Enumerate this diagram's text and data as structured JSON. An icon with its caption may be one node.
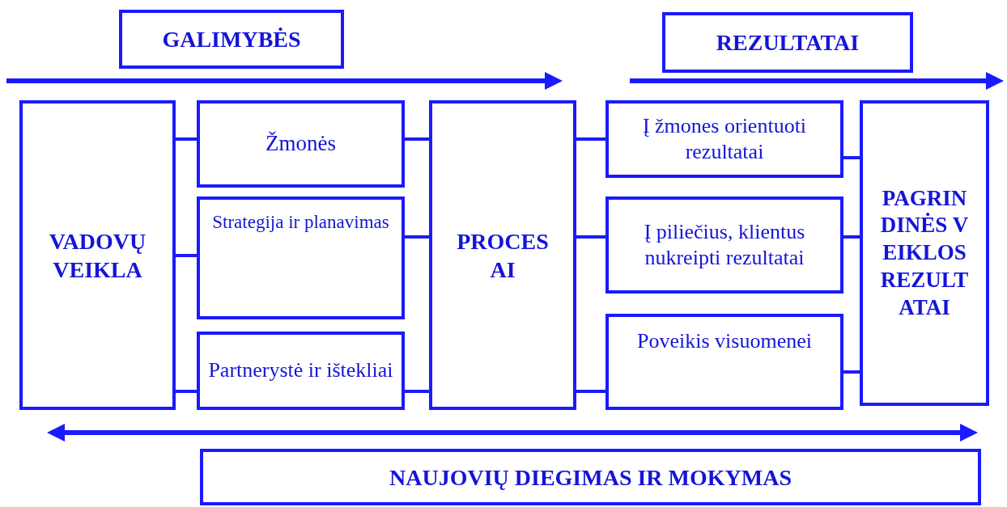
{
  "diagram": {
    "nodes": [
      {
        "text": [
          "GALIMYBĖS"
        ]
      },
      {
        "text": [
          "REZULTATAI"
        ]
      },
      {
        "text": [
          "VADOVŲ VEIKLA"
        ]
      },
      {
        "text": [
          "Žmonės"
        ]
      },
      {
        "text": [
          "Strategija ir planavimas"
        ]
      },
      {
        "text": [
          "Partnerystė ir ištekliai"
        ]
      },
      {
        "text": [
          "PROCESAI"
        ]
      },
      {
        "text": [
          "Į žmones orientuoti rezultatai"
        ]
      },
      {
        "text": [
          "Į piliečius, klientus nukreipti rezultatai"
        ]
      },
      {
        "text": [
          "Poveikis visuomenei"
        ]
      },
      {
        "text": [
          "PAGRINDINĖS VEIKLOS REZULTATAI"
        ]
      },
      {
        "text": [
          "NAUJOVIŲ DIEGIMAS IR MOKYMAS"
        ]
      }
    ],
    "edges": [
      {
        "from": 2,
        "to": 3,
        "arrow": "none"
      },
      {
        "from": 2,
        "to": 4,
        "arrow": "none"
      },
      {
        "from": 2,
        "to": 5,
        "arrow": "none"
      },
      {
        "from": 3,
        "to": 6,
        "arrow": "none"
      },
      {
        "from": 4,
        "to": 6,
        "arrow": "none"
      },
      {
        "from": 5,
        "to": 6,
        "arrow": "none"
      },
      {
        "from": 6,
        "to": 7,
        "arrow": "none"
      },
      {
        "from": 6,
        "to": 8,
        "arrow": "none"
      },
      {
        "from": 6,
        "to": 9,
        "arrow": "none"
      },
      {
        "from": 7,
        "to": 10,
        "arrow": "none"
      },
      {
        "from": 8,
        "to": 10,
        "arrow": "none"
      },
      {
        "from": 9,
        "to": 10,
        "arrow": "none"
      }
    ]
  }
}
